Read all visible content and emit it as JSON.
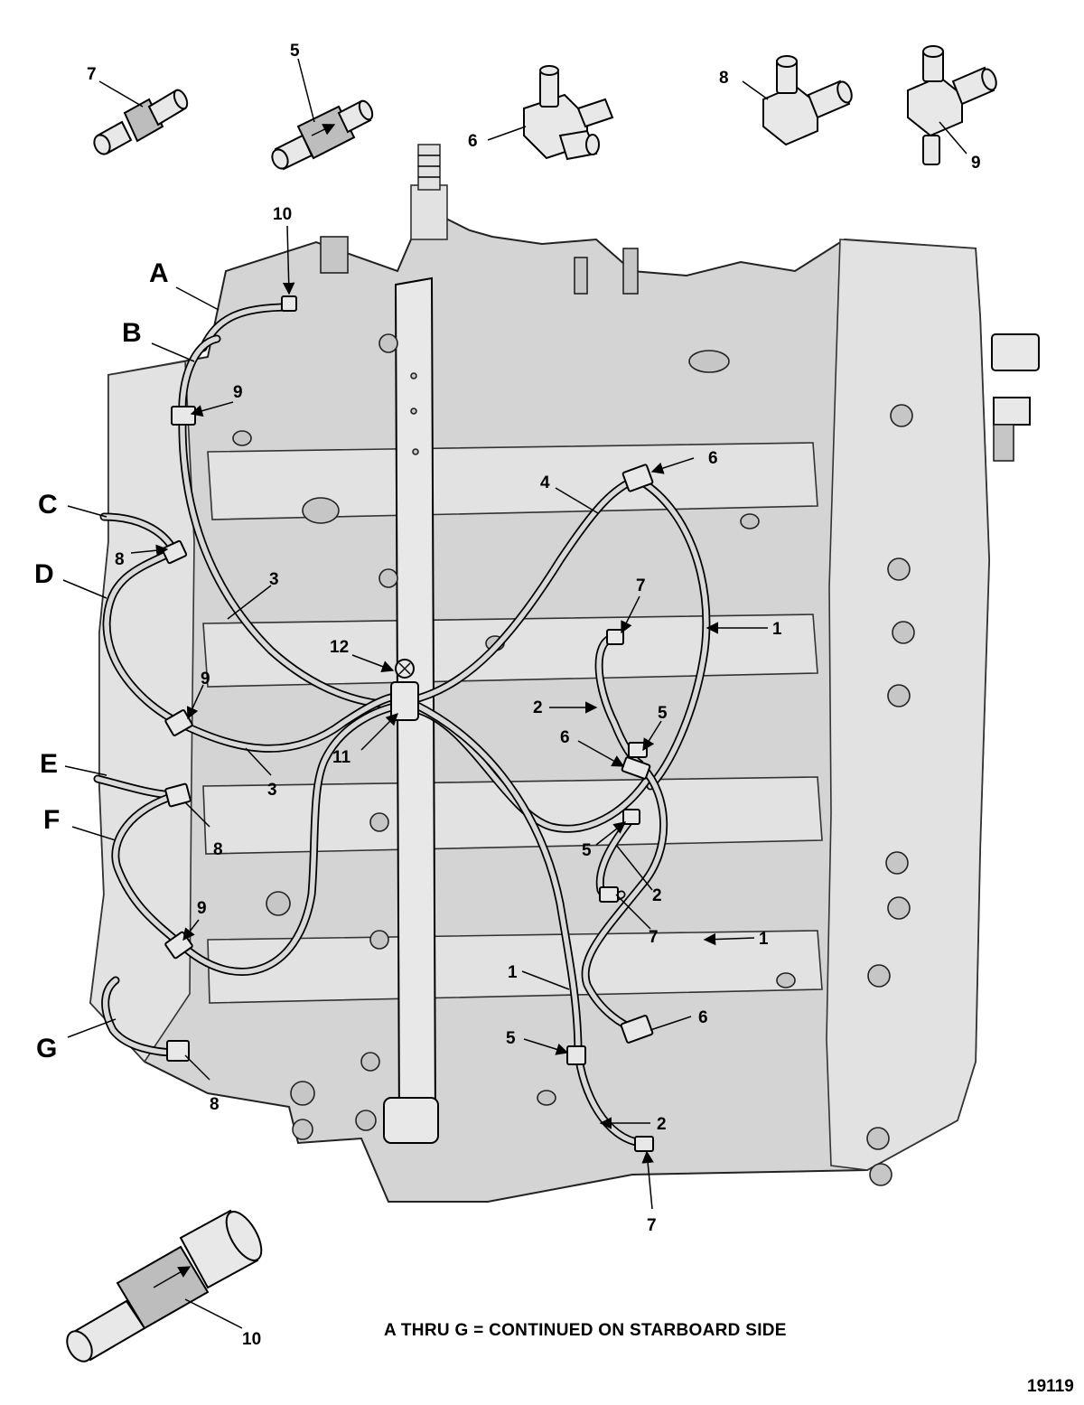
{
  "callouts": {
    "n1": "1",
    "n2": "2",
    "n3": "3",
    "n4": "4",
    "n5": "5",
    "n6": "6",
    "n7": "7",
    "n8": "8",
    "n9": "9",
    "n10": "10",
    "n11": "11",
    "n12": "12",
    "A": "A",
    "B": "B",
    "C": "C",
    "D": "D",
    "E": "E",
    "F": "F",
    "G": "G"
  },
  "caption": "A THRU G = CONTINUED ON STARBOARD SIDE",
  "figure_number": "19119"
}
